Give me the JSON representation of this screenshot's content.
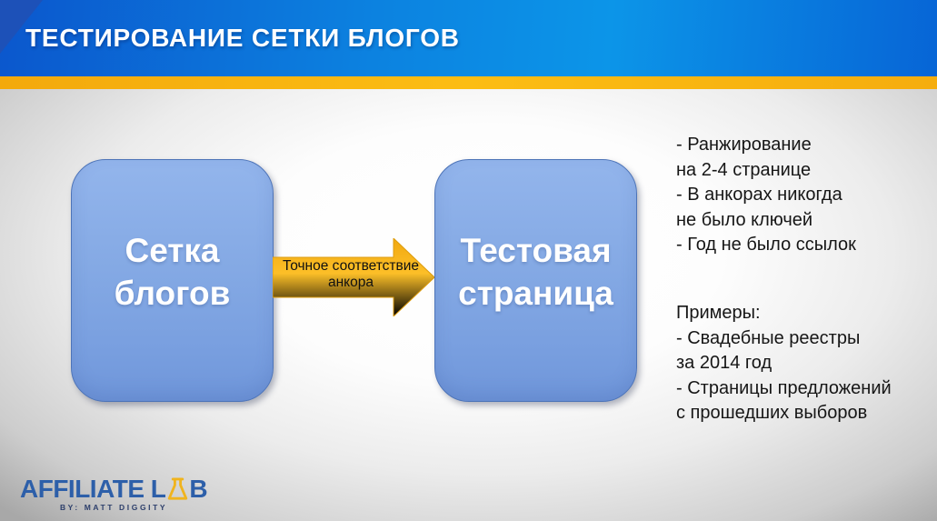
{
  "slide": {
    "title": "ТЕСТИРОВАНИЕ СЕТКИ БЛОГОВ"
  },
  "diagram": {
    "left_box_label": "Сетка\nблогов",
    "right_box_label": "Тестовая\nстраница",
    "arrow_label": "Точное соответствие\nанкора"
  },
  "notes": {
    "results_block": "- Ранжирование\nна 2-4 странице\n- В анкорах никогда\nне было ключей\n- Год не было ссылок",
    "examples_block": "Примеры:\n- Свадебные реестры\nза 2014 год\n- Страницы предложений\nс прошедших выборов"
  },
  "footer": {
    "logo_text_left": "AFFILIATE L",
    "logo_text_right": "B",
    "logo_tagline": "BY: MATT DIGGITY"
  },
  "colors": {
    "header_blue": "#0c82e0",
    "corner_blue": "#1d51b8",
    "accent_yellow": "#fbbc12",
    "box_blue": "#84a9e4",
    "arrow_yellow": "#f6b11c",
    "logo_blue": "#2d5fa9"
  }
}
